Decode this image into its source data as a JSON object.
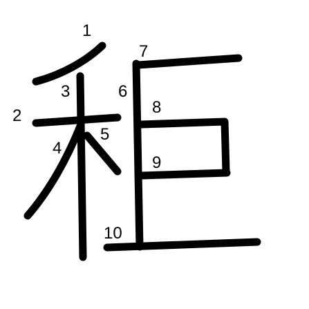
{
  "title": "",
  "character": "秬",
  "stroke_order_labels": [
    "1",
    "2",
    "3",
    "4",
    "5",
    "6",
    "7",
    "8",
    "9",
    "10"
  ],
  "colors": {
    "stroke": "#000000",
    "background": "#ffffff",
    "number": "#000000"
  }
}
